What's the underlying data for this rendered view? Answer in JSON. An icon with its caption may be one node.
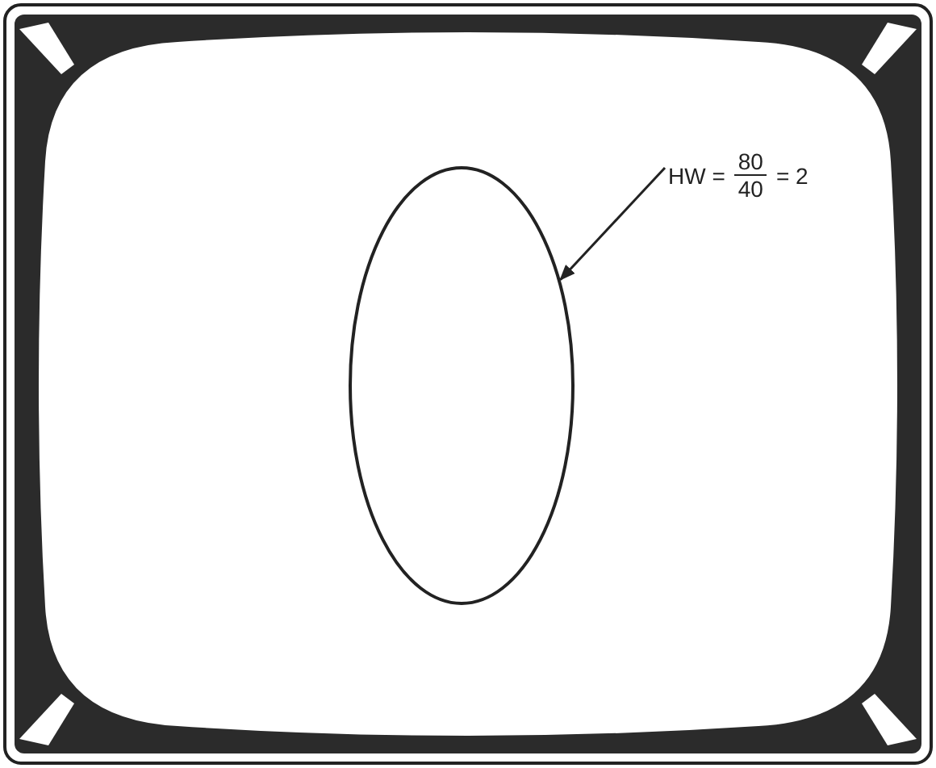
{
  "diagram": {
    "nodes": [
      {
        "text": [
          "HW =",
          "80",
          "40",
          "= 2"
        ]
      },
      {
        "text": [],
        "shape": "ellipse"
      }
    ],
    "edges": [
      {
        "from": 0,
        "to": 1,
        "arrow": "to"
      }
    ]
  }
}
